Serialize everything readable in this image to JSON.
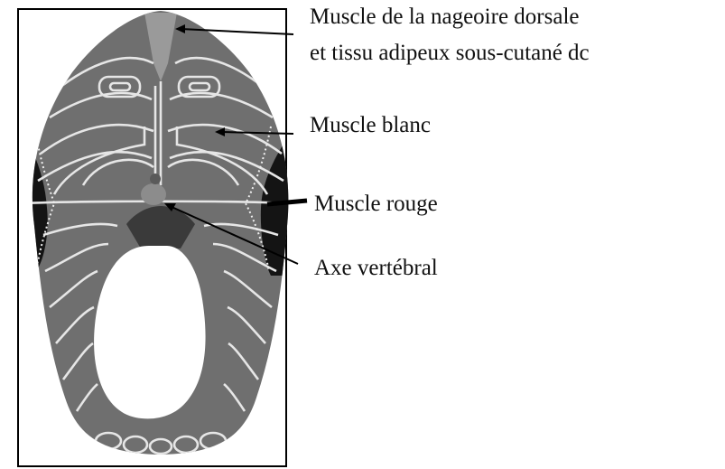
{
  "labels": {
    "dorsal_line1": "Muscle de la nageoire dorsale",
    "dorsal_line2": "et tissu adipeux sous-cutané dc",
    "white_muscle": "Muscle blanc",
    "red_muscle": "Muscle rouge",
    "vertebral_axis": "Axe vertébral"
  },
  "colors": {
    "muscle_fill": "#6f6f6f",
    "myosepta_lines": "#e6e6e6",
    "dark_edge": "#141414",
    "spine_tissue": "#3a3a3a",
    "body_cavity": "#ffffff",
    "frame": "#000000"
  }
}
